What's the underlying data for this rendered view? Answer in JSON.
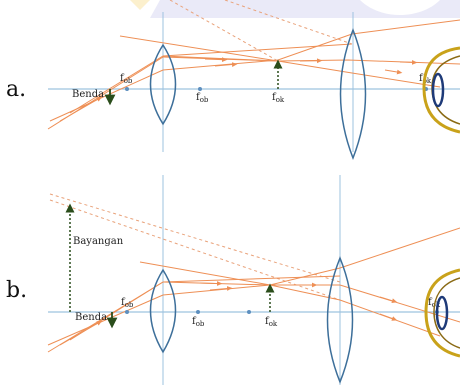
{
  "panels": [
    {
      "letter": "a.",
      "benda": "Benda",
      "fob_left": "f",
      "fob_left_sub": "ob",
      "fob_right": "f",
      "fob_right_sub": "ob",
      "fok_mid": "f",
      "fok_mid_sub": "ok",
      "fok_right": "f",
      "fok_right_sub": "ok"
    },
    {
      "letter": "b.",
      "bayangan": "Bayangan",
      "benda": "Benda",
      "fob_left": "f",
      "fob_left_sub": "ob",
      "fob_right": "f",
      "fob_right_sub": "ob",
      "fok_mid": "f",
      "fok_mid_sub": "ok",
      "fok_right": "f",
      "fok_right_sub": "ok"
    }
  ],
  "colors": {
    "axis": "#9ec3df",
    "ray": "#ee8f55",
    "ray_dashed": "#e9a27a",
    "lens": "#3d6f9a",
    "arrow": "#2a4d1b",
    "focal_point": "#5d8fbf",
    "eye_outer": "#c9a21a",
    "eye_lens": "#1e3a78",
    "watermark": "#d7d7f0"
  }
}
